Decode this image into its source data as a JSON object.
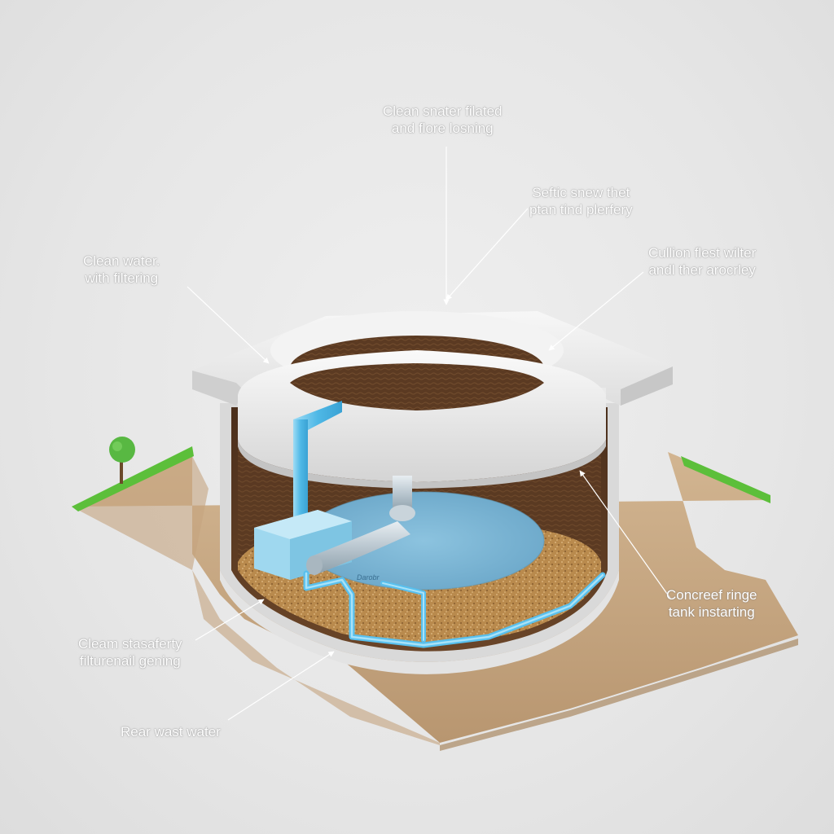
{
  "labels": {
    "top_center": {
      "line1": "Clean snater filated",
      "line2": "and flore losning"
    },
    "upper_right": {
      "line1": "Seftic snew thet",
      "line2": "ptan tind plerfery"
    },
    "far_right": {
      "line1": "Cullion flest wilter",
      "line2": "andl ther arocrley"
    },
    "left": {
      "line1": "Clean water.",
      "line2": "with filtering"
    },
    "right_lower": {
      "line1": "Concreef ringe",
      "line2": "tank instarting"
    },
    "lower_left": {
      "line1": "Cleam stasaferty",
      "line2": "filturenail gening"
    },
    "bottom_left": {
      "line1": "Rear wast water"
    },
    "pipe_tag": "Darobr"
  },
  "colors": {
    "background": "#e8e8e8",
    "soil": "#c9ab86",
    "soil_dark": "#a88a66",
    "grass": "#5cbf3a",
    "concrete": "#ececec",
    "concrete_shadow": "#c9c9c9",
    "earth_fill": "#5a3a22",
    "water": "#7fb7d6",
    "pipe_blue": "#66c6ee",
    "gravel": "#b98a4d",
    "leader": "#ffffff"
  },
  "icons": {
    "tree": "tree-icon",
    "filter_box": "filter-box-icon",
    "pump_pipe": "pipe-icon"
  }
}
